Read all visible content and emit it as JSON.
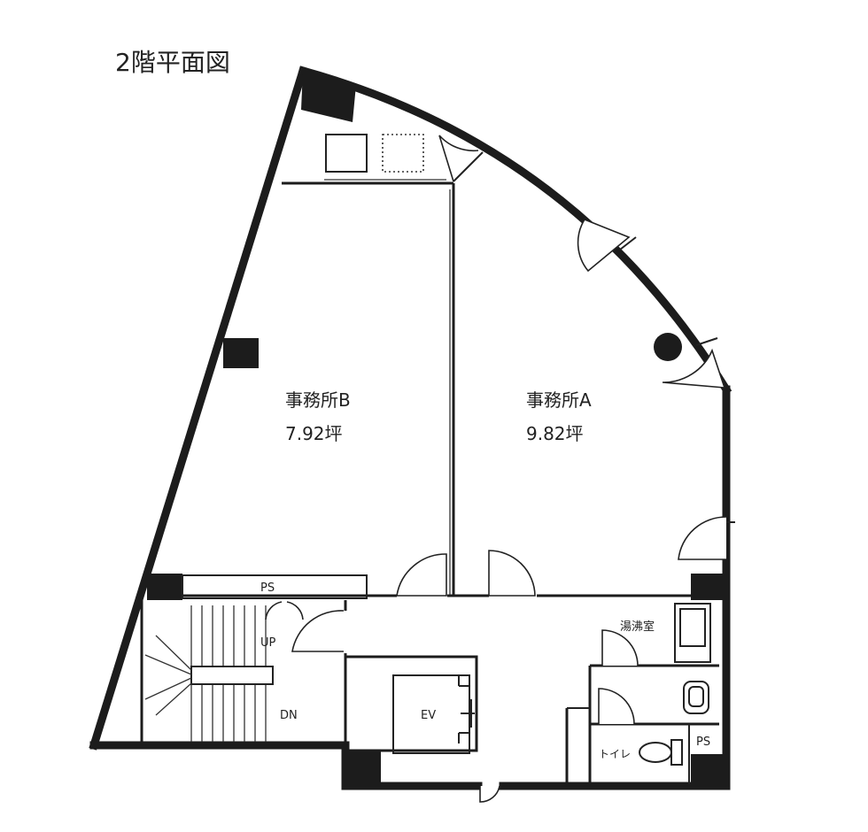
{
  "title": "2階平面図",
  "rooms": {
    "office_b": {
      "name": "事務所B",
      "area": "7.92坪"
    },
    "office_a": {
      "name": "事務所A",
      "area": "9.82坪"
    }
  },
  "labels": {
    "ps_top": "PS",
    "ps_toilet": "PS",
    "up": "UP",
    "dn": "DN",
    "ev": "EV",
    "kitchenette": "湯沸室",
    "toilet": "トイレ"
  },
  "colors": {
    "wall": "#1c1c1c",
    "background": "#ffffff"
  }
}
